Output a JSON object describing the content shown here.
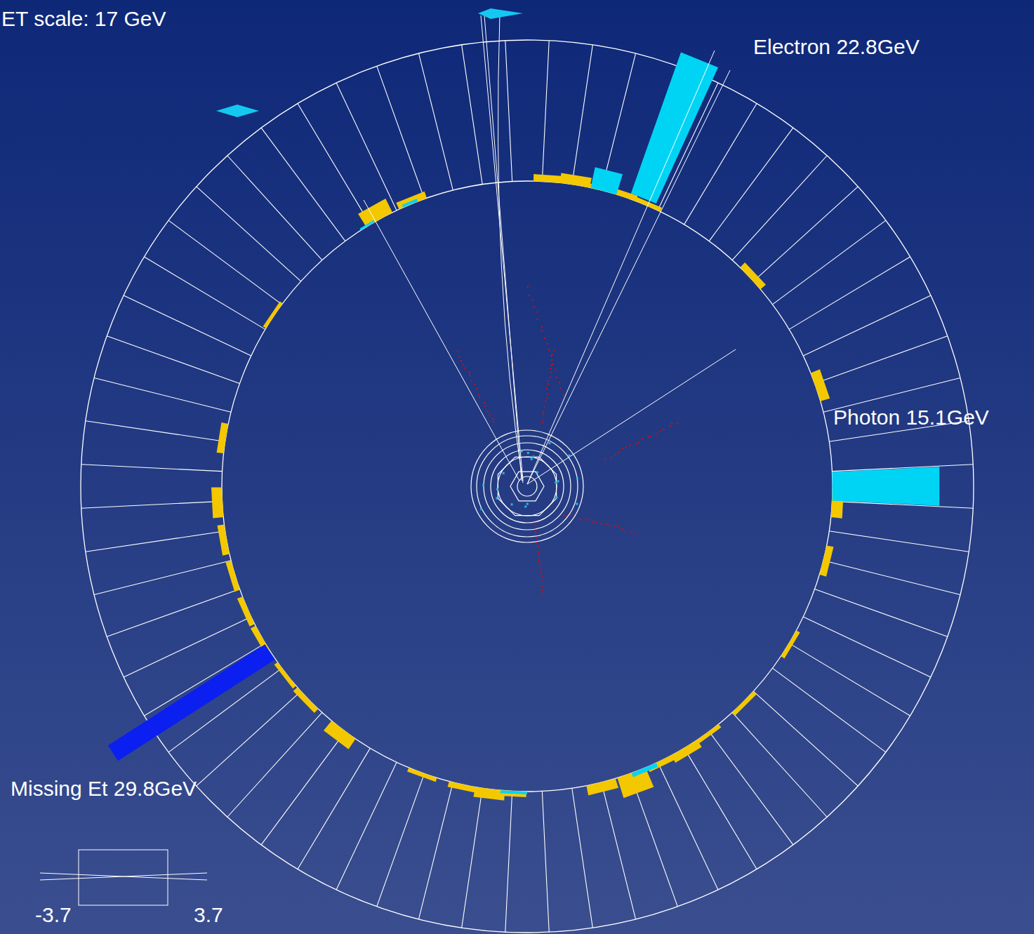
{
  "diagram": {
    "labels": [
      "ET scale: 17 GeV",
      "Electron 22.8GeV",
      "Photon 15.1GeV",
      "Missing Et 29.8GeV",
      "-3.7",
      "3.7"
    ]
  }
}
